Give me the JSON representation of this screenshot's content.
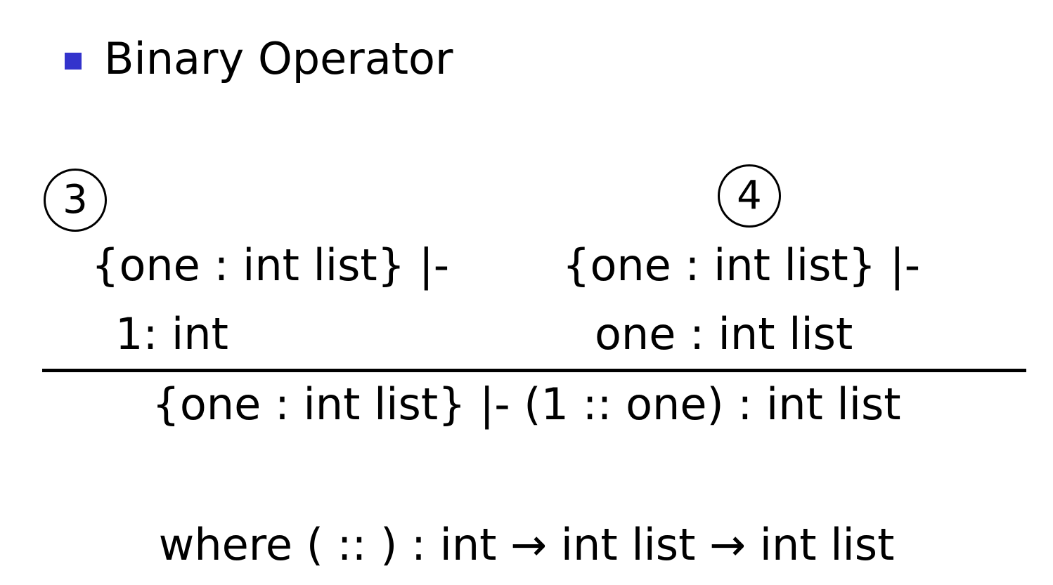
{
  "heading": {
    "bullet_text": "Binary Operator",
    "bullet_color": "#3333cc"
  },
  "rule": {
    "left_premise": {
      "marker": "3",
      "line1": "{one : int list} |-",
      "line2": "1: int"
    },
    "right_premise": {
      "marker": "4",
      "line1": "{one : int list} |-",
      "line2": "one : int list"
    },
    "conclusion": "{one : int list} |- (1 :: one) : int list"
  },
  "footnote": "where ( :: ) : int → int list → int list"
}
